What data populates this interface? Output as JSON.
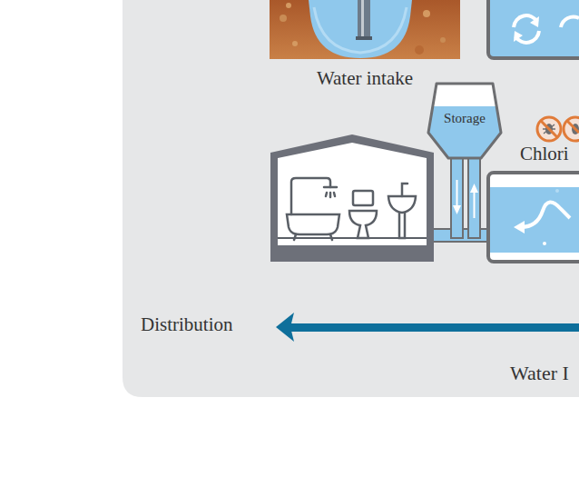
{
  "diagram": {
    "nodes": [
      {
        "text": [
          "Water intake"
        ]
      },
      {
        "text": [
          "Storage"
        ]
      }
    ],
    "labels": [
      "Chlori",
      "Distribution",
      "Water I"
    ]
  }
}
